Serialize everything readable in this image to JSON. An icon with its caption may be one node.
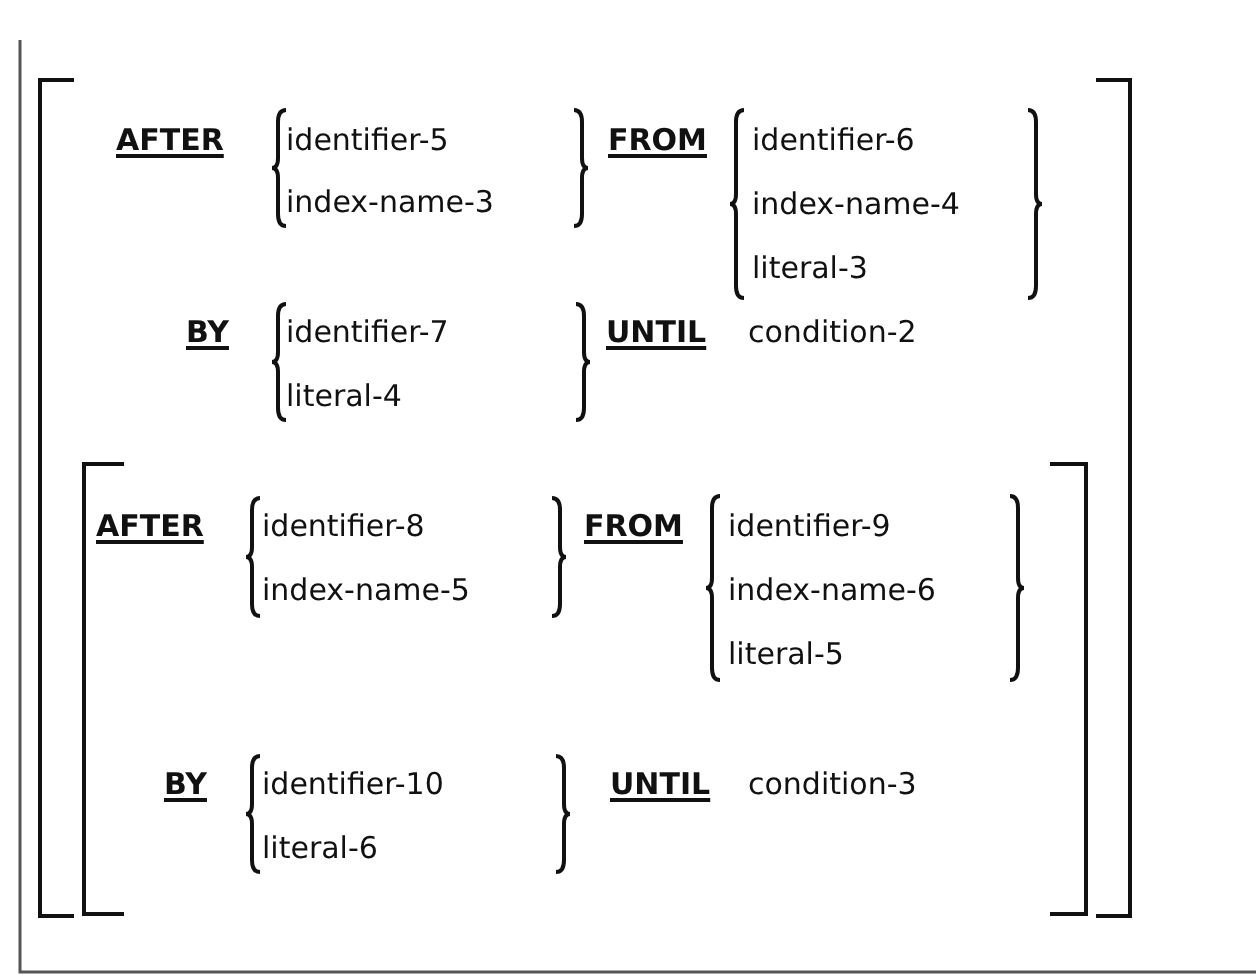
{
  "diagram": {
    "labels": [
      "AFTER",
      "identifier-5",
      "FROM",
      "identifier-6",
      "index-name-3",
      "index-name-4",
      "literal-3",
      "BY",
      "identifier-7",
      "UNTIL",
      "condition-2",
      "literal-4",
      "AFTER",
      "identifier-8",
      "FROM",
      "identifier-9",
      "index-name-5",
      "index-name-6",
      "literal-5",
      "BY",
      "identifier-10",
      "UNTIL",
      "condition-3",
      "literal-6"
    ]
  }
}
